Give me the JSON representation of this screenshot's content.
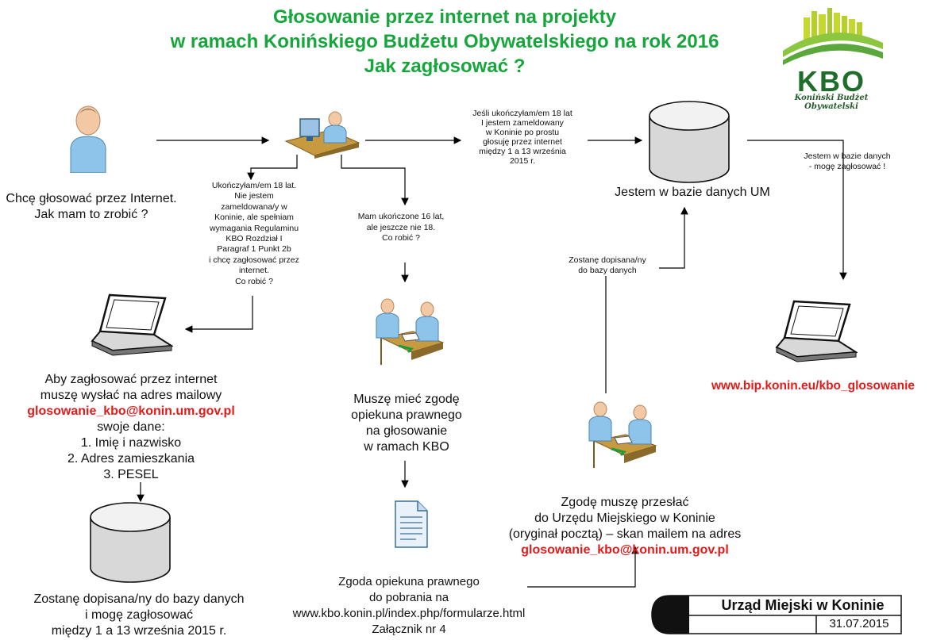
{
  "title": {
    "line1": "Głosowanie przez internet na projekty",
    "line2": "w ramach Konińskiego Budżetu Obywatelskiego na rok 2016",
    "line3": "Jak zagłosować ?"
  },
  "logo": {
    "letters": "KBO",
    "caption": "Koniński Budżet Obywatelski",
    "colors": {
      "green_dark": "#1e6e2a",
      "green_light": "#8dc63f",
      "lime": "#c5d82f"
    }
  },
  "colors": {
    "title_green": "#16a63c",
    "highlight_red": "#e21b1b",
    "arrow": "#000000"
  },
  "nodes": {
    "start": {
      "icon": "person-icon",
      "line1": "Chcę głosować przez Internet.",
      "line2": "Jak mam to zrobić ?"
    },
    "office_desk": {
      "icon": "office-worker-icon"
    },
    "branch_18_registered": [
      "Jeśli ukończyłam/em 18 lat",
      "I jestem zameldowany",
      "w Koninie po prostu",
      "głosuję przez internet",
      "między 1 a 13 września",
      "2015 r."
    ],
    "database_um": {
      "icon": "database-icon",
      "label": "Jestem w bazie danych UM"
    },
    "branch_in_db": [
      "Jestem w bazie danych",
      "- mogę zagłosować !"
    ],
    "laptop_right": {
      "icon": "laptop-icon",
      "link": "www.bip.konin.eu/kbo_glosowanie"
    },
    "branch_18_not_registered": [
      "Ukończyłam/em 18 lat.",
      "Nie jestem",
      "zameldowana/y w",
      "Koninie, ale spełniam",
      "wymagania Regulaminu",
      "KBO Rozdział I",
      "Paragraf 1 Punkt 2b",
      "i chcę zagłosować przez",
      "internet.",
      "Co robić ?"
    ],
    "laptop_left": {
      "icon": "laptop-icon"
    },
    "email_instructions": {
      "line1": "Aby zagłosować przez internet",
      "line2": "muszę wysłać na adres mailowy",
      "email": "glosowanie_kbo@konin.um.gov.pl",
      "line3": "swoje dane:",
      "items": [
        "1. Imię i nazwisko",
        "2. Adres zamieszkania",
        "3. PESEL"
      ]
    },
    "database_left": {
      "icon": "database-icon"
    },
    "added_to_db": [
      "Zostanę dopisana/ny do bazy danych",
      "i mogę zagłosować",
      "między 1 a 13 września 2015 r."
    ],
    "branch_16": [
      "Mam ukończone 16 lat,",
      "ale jeszcze nie 18.",
      "Co robić ?"
    ],
    "meeting_center": {
      "icon": "meeting-icon"
    },
    "guardian_consent": [
      "Muszę mieć zgodę",
      "opiekuna prawnego",
      "na głosowanie",
      "w ramach KBO"
    ],
    "document": {
      "icon": "document-icon"
    },
    "consent_download": [
      "Zgoda opiekuna prawnego",
      "do pobrania na",
      "www.kbo.konin.pl/index.php/formularze.html",
      "Załącznik nr 4"
    ],
    "meeting_right": {
      "icon": "meeting-icon"
    },
    "send_consent": {
      "line1": "Zgodę muszę przesłać",
      "line2": "do Urzędu Miejskiego w Koninie",
      "line3": "(oryginał pocztą) – skan mailem na adres",
      "email": "glosowanie_kbo@konin.um.gov.pl"
    },
    "will_be_added": [
      "Zostanę dopisana/ny",
      "do bazy danych"
    ]
  },
  "stamp": {
    "office": "Urząd Miejski w Koninie",
    "date": "31.07.2015"
  }
}
